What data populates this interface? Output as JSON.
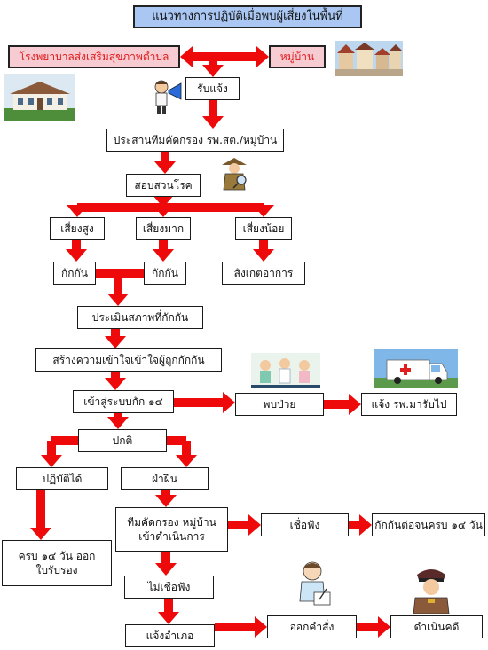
{
  "colors": {
    "arrow": "#ee0a0a",
    "title_bg": "#a9c7f2",
    "highlight_bg": "#f6cbd2",
    "highlight_text": "#e01a1a"
  },
  "title": "แนวทางการปฏิบัติเมื่อพบผู้เสี่ยงในพื้นที่",
  "nodes": {
    "hospital": "โรงพยาบาลส่งเสริมสุขภาพตำบล",
    "village": "หมู่บ้าน",
    "receive": "รับแจ้ง",
    "coordinate": "ประสานทีมคัดกรอง รพ.สต./หมู่บ้าน",
    "investigate": "สอบสวนโรค",
    "high_risk": "เสี่ยงสูง",
    "very_risk": "เสี่ยงมาก",
    "low_risk": "เสี่ยงน้อย",
    "quarantine_1": "กักกัน",
    "quarantine_2": "กักกัน",
    "observe": "สังเกตอาการ",
    "assess": "ประเมินสภาพที่กักกัน",
    "understand": "สร้างความเข้าใจเข้าใจผู้ถูกกักกัน",
    "enter": "เข้าสู่ระบบกัก ๑๔",
    "sick": "พบป่วย",
    "notify_pick": "แจ้ง รพ.มารับไป",
    "normal": "ปกติ",
    "comply": "ปฏิบัติได้",
    "violate": "ฝ่าฝืน",
    "complete_line1": "ครบ ๑๔ วัน ออก",
    "complete_line2": "ใบรับรอง",
    "team_line1": "ทีมคัดกรอง หมู่บ้าน",
    "team_line2": "เข้าดำเนินการ",
    "obey": "เชื่อฟัง",
    "extend": "กักกันต่อจนครบ ๑๔ วัน",
    "disobey": "ไม่เชื่อฟัง",
    "district": "แจ้งอำเภอ",
    "order": "ออกคำสั่ง",
    "prosecute": "ดำเนินคดี"
  },
  "icons": [
    "hospital-building-icon",
    "village-houses-icon",
    "megaphone-man-icon",
    "detective-icon",
    "medical-team-icon",
    "ambulance-icon",
    "writing-boy-icon",
    "police-officer-icon"
  ]
}
